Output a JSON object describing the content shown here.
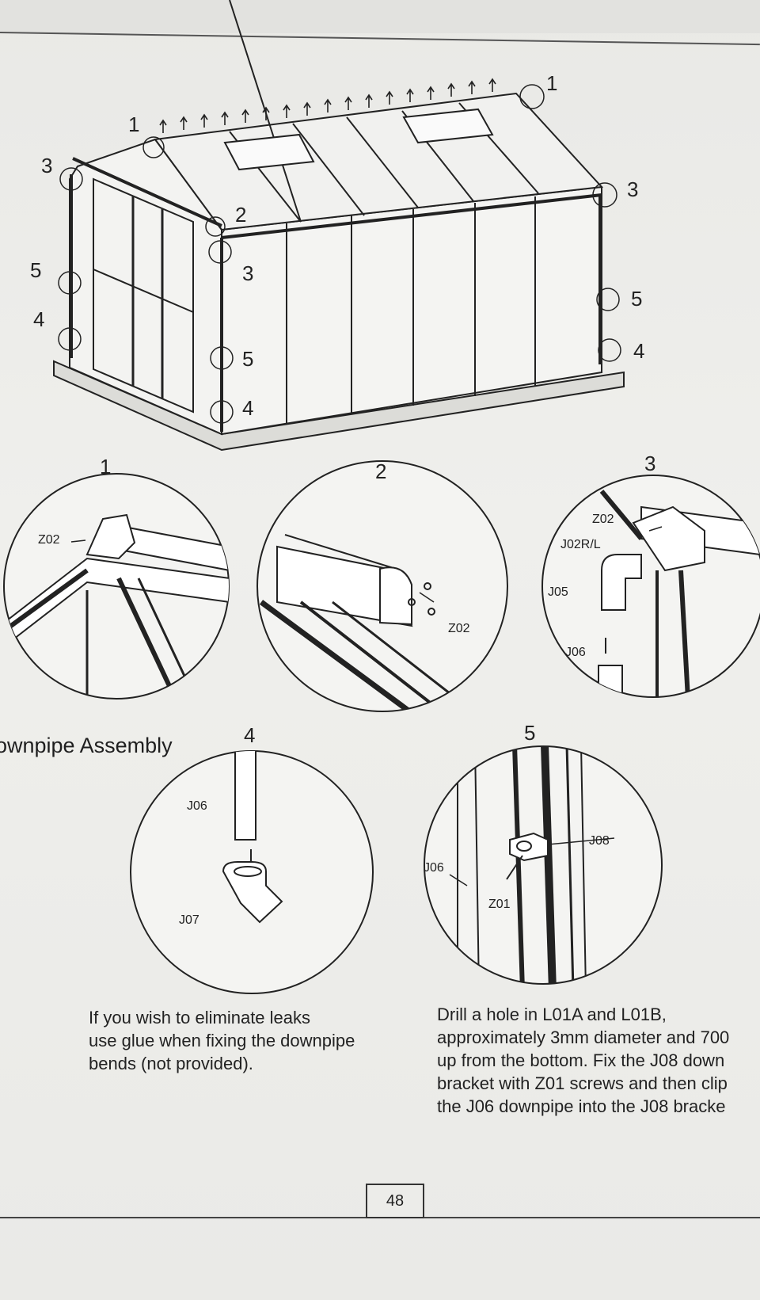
{
  "overview": {
    "callouts": [
      "1",
      "1",
      "2",
      "3",
      "3",
      "3",
      "4",
      "4",
      "4",
      "5",
      "5",
      "5"
    ]
  },
  "details": [
    {
      "number": "1",
      "parts": [
        "Z02"
      ]
    },
    {
      "number": "2",
      "parts": [
        "Z02"
      ]
    },
    {
      "number": "3",
      "parts": [
        "Z02",
        "J02R/L",
        "J05",
        "J06"
      ]
    },
    {
      "number": "4",
      "parts": [
        "J06",
        "J07"
      ]
    },
    {
      "number": "5",
      "parts": [
        "J08",
        "J06",
        "Z01"
      ]
    }
  ],
  "section_title": "ownpipe Assembly",
  "notes": {
    "left": [
      "If you wish to eliminate leaks",
      "use glue when fixing the downpipe",
      "bends (not provided)."
    ],
    "right": [
      "Drill a hole in L01A and L01B,",
      "approximately 3mm diameter and 700",
      "up from the bottom. Fix the J08 down",
      "bracket with Z01 screws and then clip",
      "the J06 downpipe into the J08 bracke"
    ]
  },
  "page_number": "48"
}
